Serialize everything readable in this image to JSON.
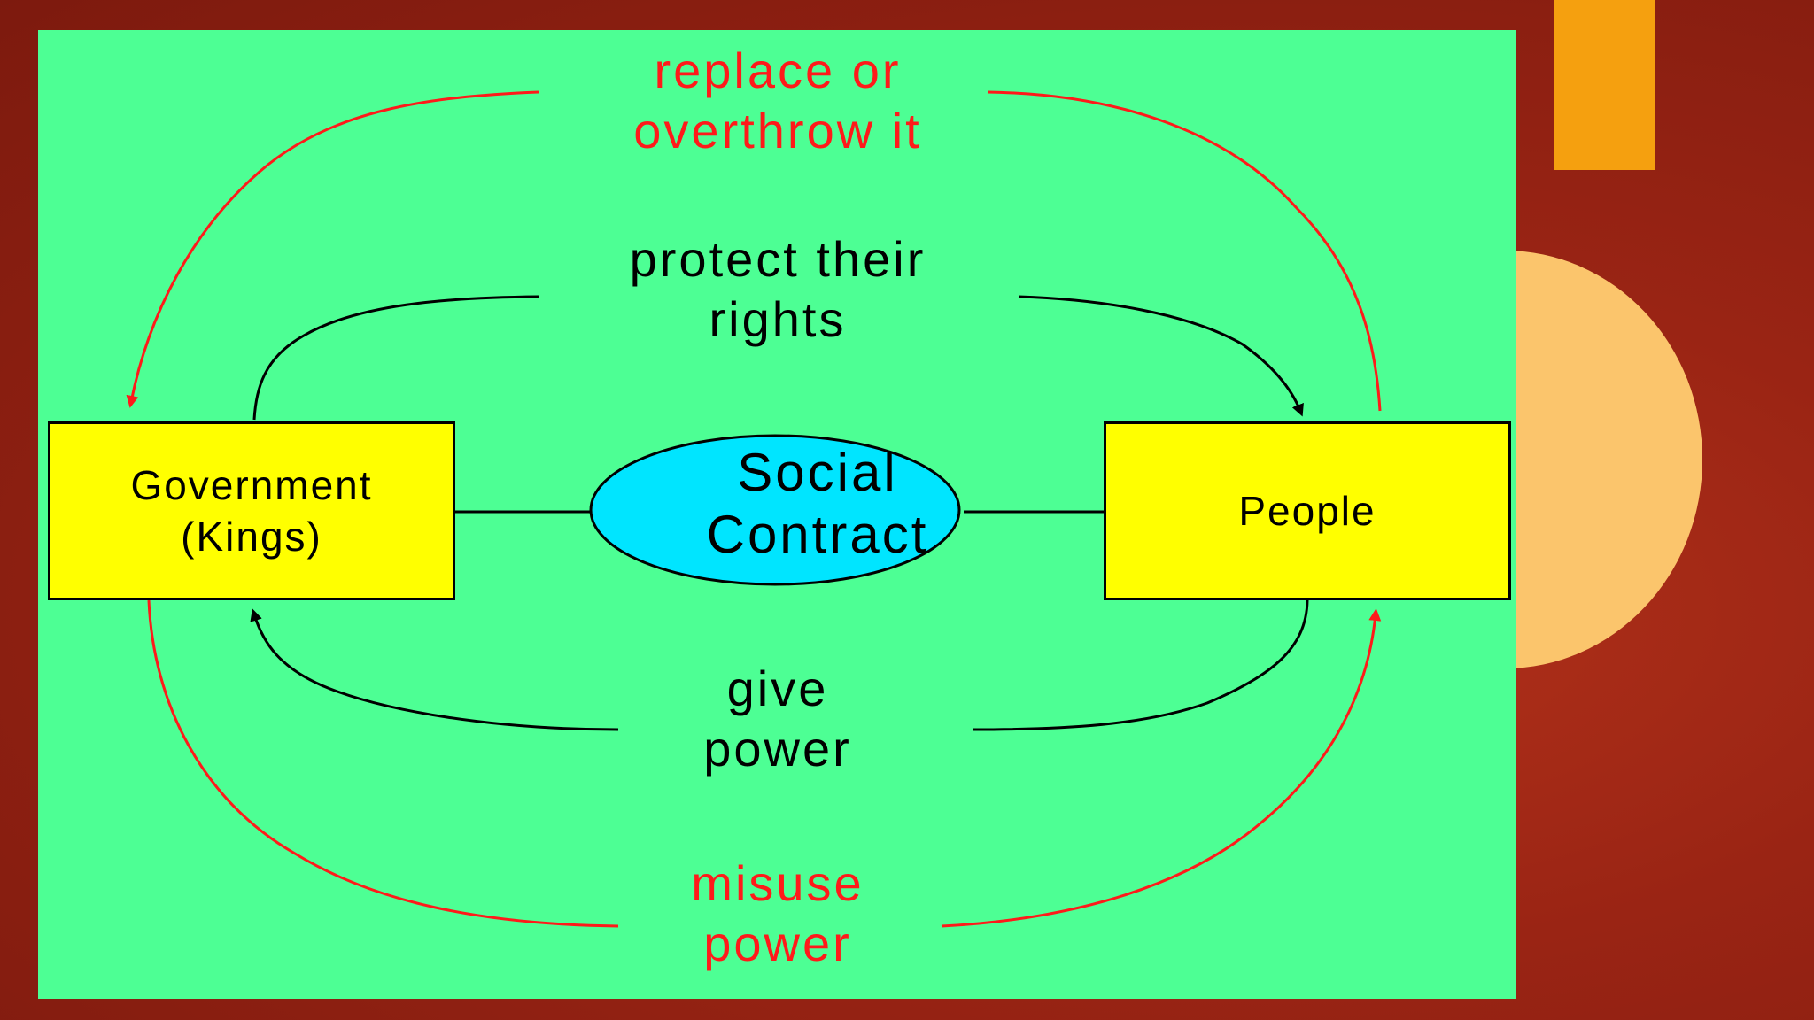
{
  "diagram": {
    "nodes": {
      "government": "Government\n(Kings)",
      "people": "People",
      "center": "Social\nContract"
    },
    "edges": {
      "replace": "replace or\noverthrow it",
      "protect": "protect their\nrights",
      "give": "give\npower",
      "misuse": "misuse\npower"
    }
  },
  "colors": {
    "panel": "#4dff94",
    "box": "#ffff00",
    "ellipse": "#00e5ff",
    "red_arrow": "#ff1a1a",
    "black_arrow": "#000000",
    "background": "#9a2414",
    "accent_orange": "#f5a00f",
    "accent_peach": "#fbc56c"
  }
}
